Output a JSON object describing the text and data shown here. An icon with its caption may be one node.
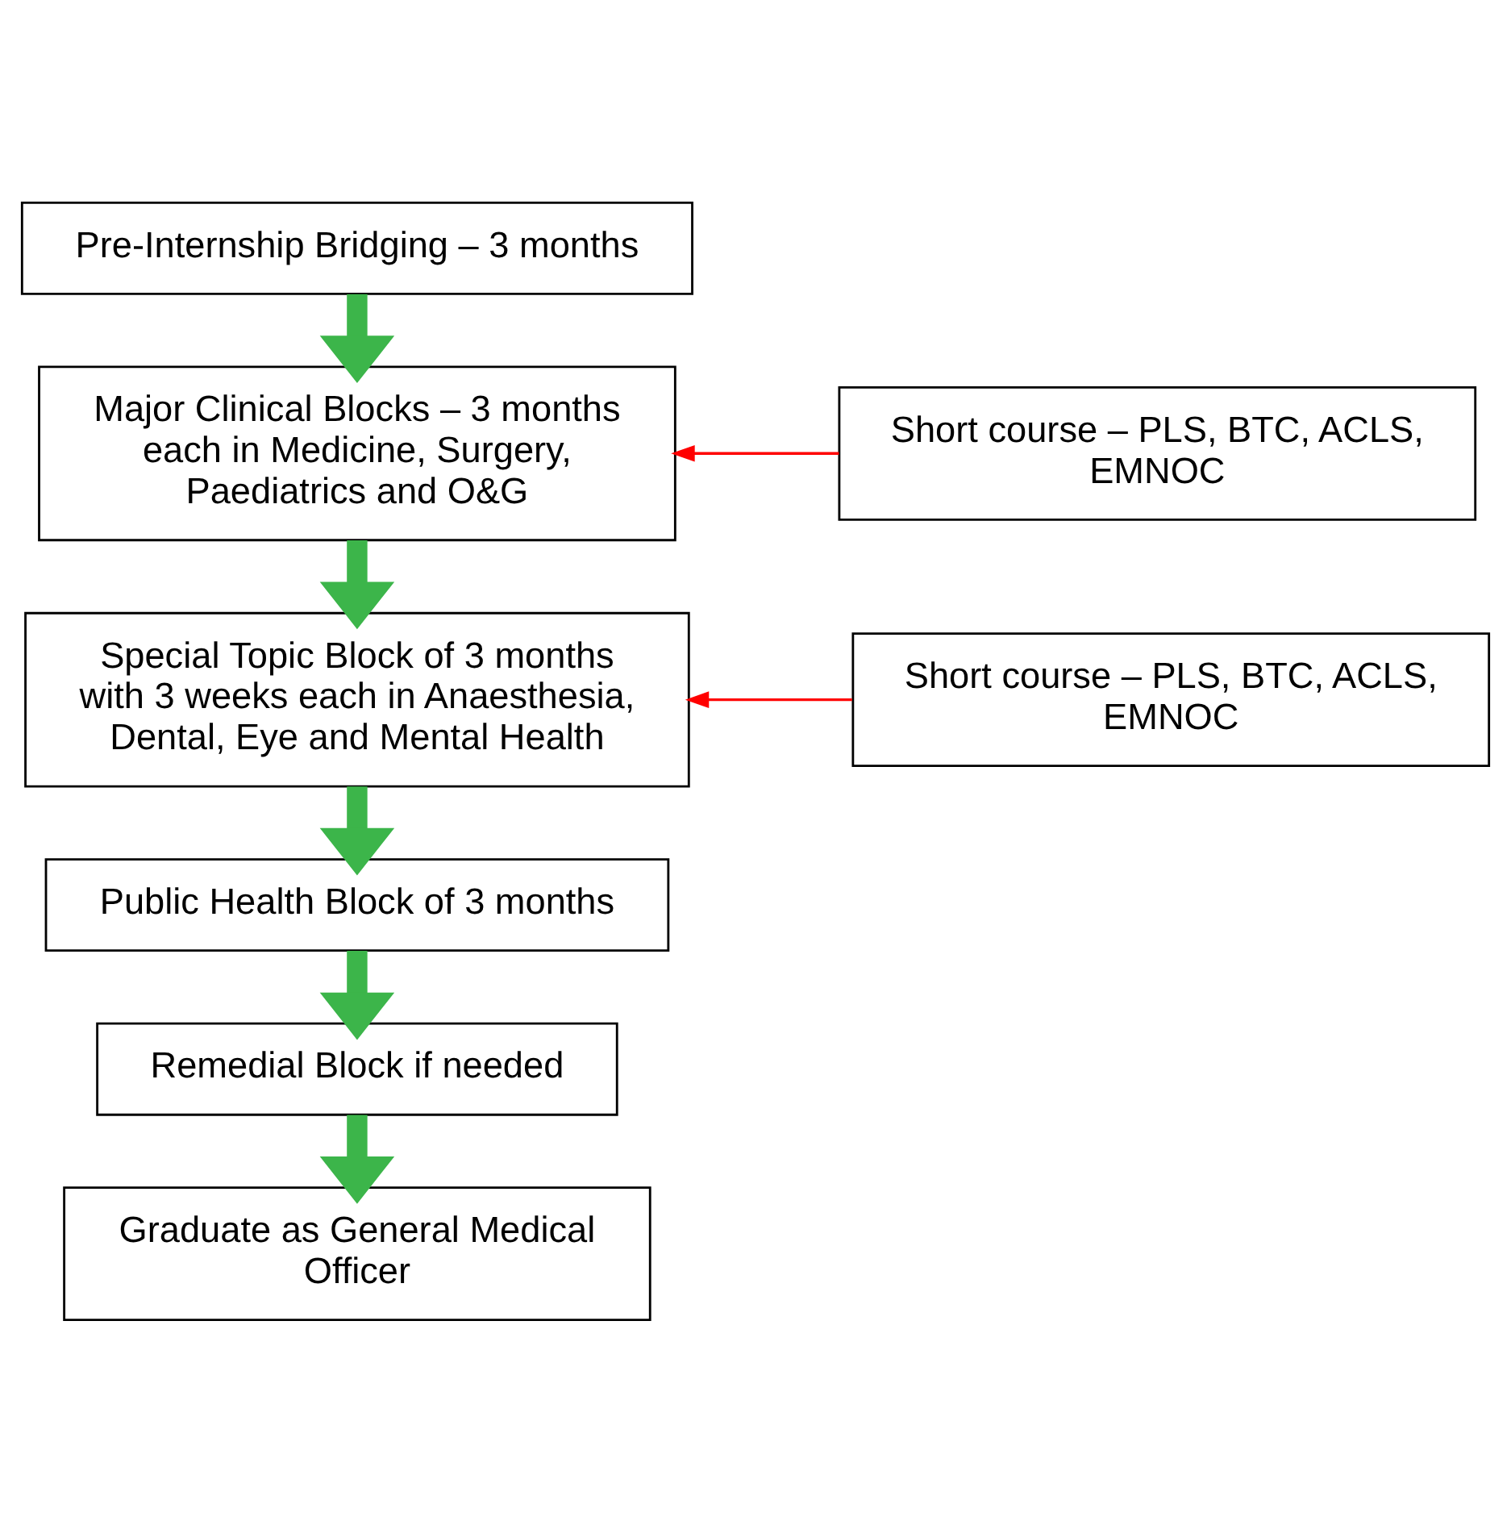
{
  "diagram": {
    "nodes": [
      {
        "text": [
          "Pre-Internship Bridging – 3 months"
        ]
      },
      {
        "text": [
          "Major Clinical Blocks – 3 months each in Medicine, Surgery, Paediatrics and O&G"
        ]
      },
      {
        "text": [
          "Short course – PLS, BTC, ACLS, EMNOC"
        ]
      },
      {
        "text": [
          "Special Topic Block of 3 months with 3 weeks each in Anaesthesia, Dental, Eye and Mental Health"
        ]
      },
      {
        "text": [
          "Short course – PLS, BTC, ACLS, EMNOC"
        ]
      },
      {
        "text": [
          "Public Health Block of 3 months"
        ]
      },
      {
        "text": [
          "Remedial Block if needed"
        ]
      },
      {
        "text": [
          "Graduate as General Medical Officer"
        ]
      }
    ],
    "edges": [
      {
        "from": 0,
        "to": 1,
        "arrow": "to"
      },
      {
        "from": 2,
        "to": 1,
        "arrow": "to",
        "color": "#ff0000"
      },
      {
        "from": 1,
        "to": 3,
        "arrow": "to"
      },
      {
        "from": 4,
        "to": 3,
        "arrow": "to",
        "color": "#ff0000"
      },
      {
        "from": 3,
        "to": 5,
        "arrow": "to"
      },
      {
        "from": 5,
        "to": 6,
        "arrow": "to"
      },
      {
        "from": 6,
        "to": 7,
        "arrow": "to"
      }
    ]
  }
}
